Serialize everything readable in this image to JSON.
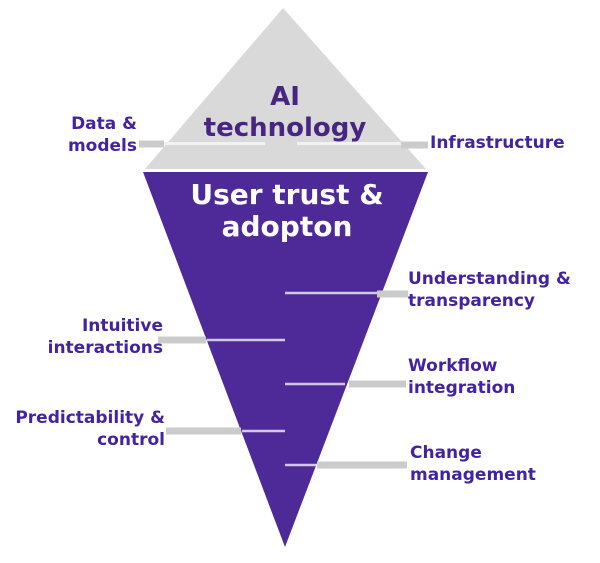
{
  "diagram": {
    "type": "iceberg-pyramid",
    "top_section": {
      "title": "AI\ntechnology",
      "side_labels": {
        "left": "Data &\nmodels",
        "right": "Infrastructure"
      }
    },
    "bottom_section": {
      "title": "User trust &\nadopton",
      "labels_left": [
        {
          "text": "Intuitive\ninteractions"
        },
        {
          "text": "Predictability &\ncontrol"
        }
      ],
      "labels_right": [
        {
          "text": "Understanding &\ntransparency"
        },
        {
          "text": "Workflow\nintegration"
        },
        {
          "text": "Change\nmanagement"
        }
      ]
    },
    "colors": {
      "shape_gray": "#d9d9d9",
      "shape_purple": "#4e2a99",
      "title_top_text": "#482580",
      "label_text": "#44239e",
      "connector_gray": "#cbcbcb",
      "waterline": "#f2f2f2",
      "inner_line": "rgba(255,255,255,0.75)"
    }
  }
}
